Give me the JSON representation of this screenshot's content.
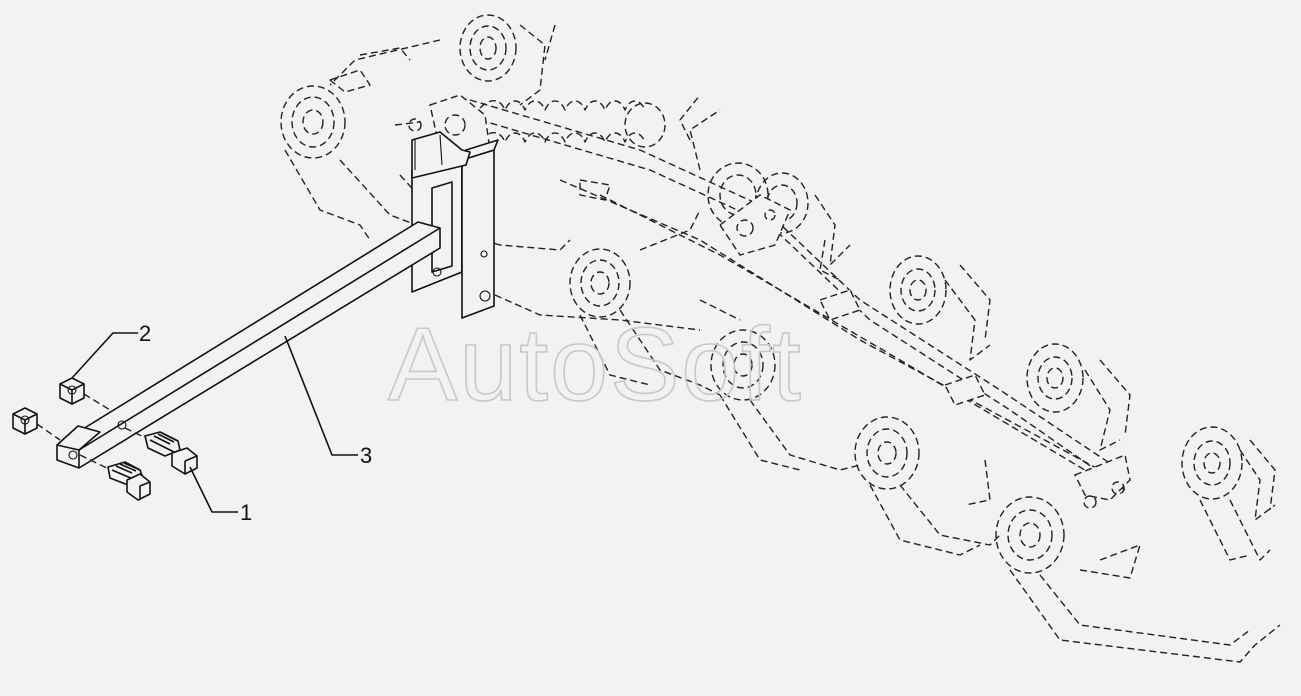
{
  "watermark": "AutoSoft",
  "callouts": [
    {
      "number": "1"
    },
    {
      "number": "2"
    },
    {
      "number": "3"
    }
  ]
}
